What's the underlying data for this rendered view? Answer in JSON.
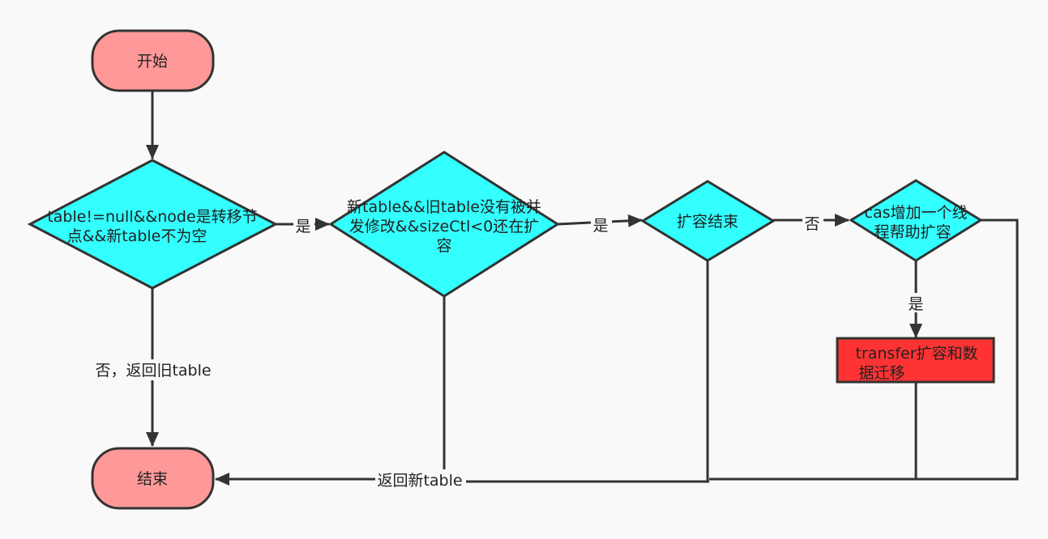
{
  "diagram": {
    "nodes": {
      "start": {
        "label": "开始",
        "shape": "rounded-rectangle",
        "fill": "#ff9999"
      },
      "check_table": {
        "lines": [
          "table!=null&&node是转移节",
          "点&&新table不为空"
        ],
        "shape": "diamond",
        "fill": "#33ffff"
      },
      "check_concurrent": {
        "lines": [
          "新table&&旧table没有被并",
          "发修改&&sizeCtl<0还在扩",
          "容"
        ],
        "shape": "diamond",
        "fill": "#33ffff"
      },
      "resize_done": {
        "label": "扩容结束",
        "shape": "diamond",
        "fill": "#33ffff"
      },
      "cas_add_thread": {
        "lines": [
          "cas增加一个线",
          "程帮助扩容"
        ],
        "shape": "diamond",
        "fill": "#33ffff"
      },
      "transfer": {
        "lines": [
          "transfer扩容和数",
          "据迁移"
        ],
        "shape": "rectangle",
        "fill": "#ff3333"
      },
      "end": {
        "label": "结束",
        "shape": "rounded-rectangle",
        "fill": "#ff9999"
      }
    },
    "edge_labels": {
      "yes_1": "是",
      "yes_2": "是",
      "no_1": "否",
      "yes_3": "是",
      "no_return_old": "否，返回旧table",
      "return_new": "返回新table"
    },
    "colors": {
      "background": "#f9f9fa",
      "line": "#333333",
      "terminal": "#ff9999",
      "decision": "#33ffff",
      "process": "#ff3333"
    }
  }
}
